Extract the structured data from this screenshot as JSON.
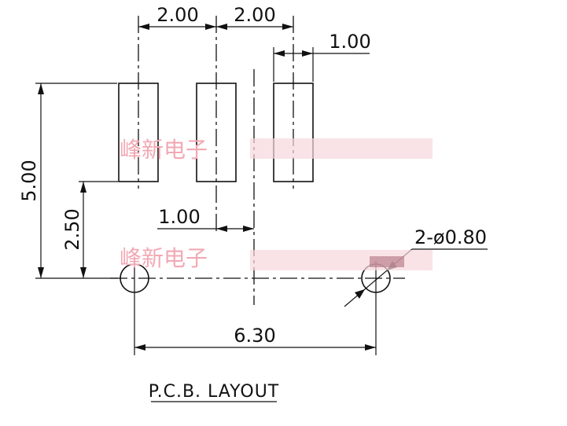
{
  "dimensions": {
    "pitch_left": "2.00",
    "pitch_right": "2.00",
    "pad_width": "1.00",
    "height_total": "5.00",
    "height_half": "2.50",
    "offset_center": "1.00",
    "hole_spec": "2-ø0.80",
    "hole_spacing": "6.30"
  },
  "title": "P.C.B. LAYOUT",
  "watermark": {
    "text_top": "峰新电子",
    "text_bottom": "峰新电子"
  },
  "colors": {
    "line": "#111111",
    "watermark": "#f2a9b4",
    "background": "#ffffff"
  }
}
